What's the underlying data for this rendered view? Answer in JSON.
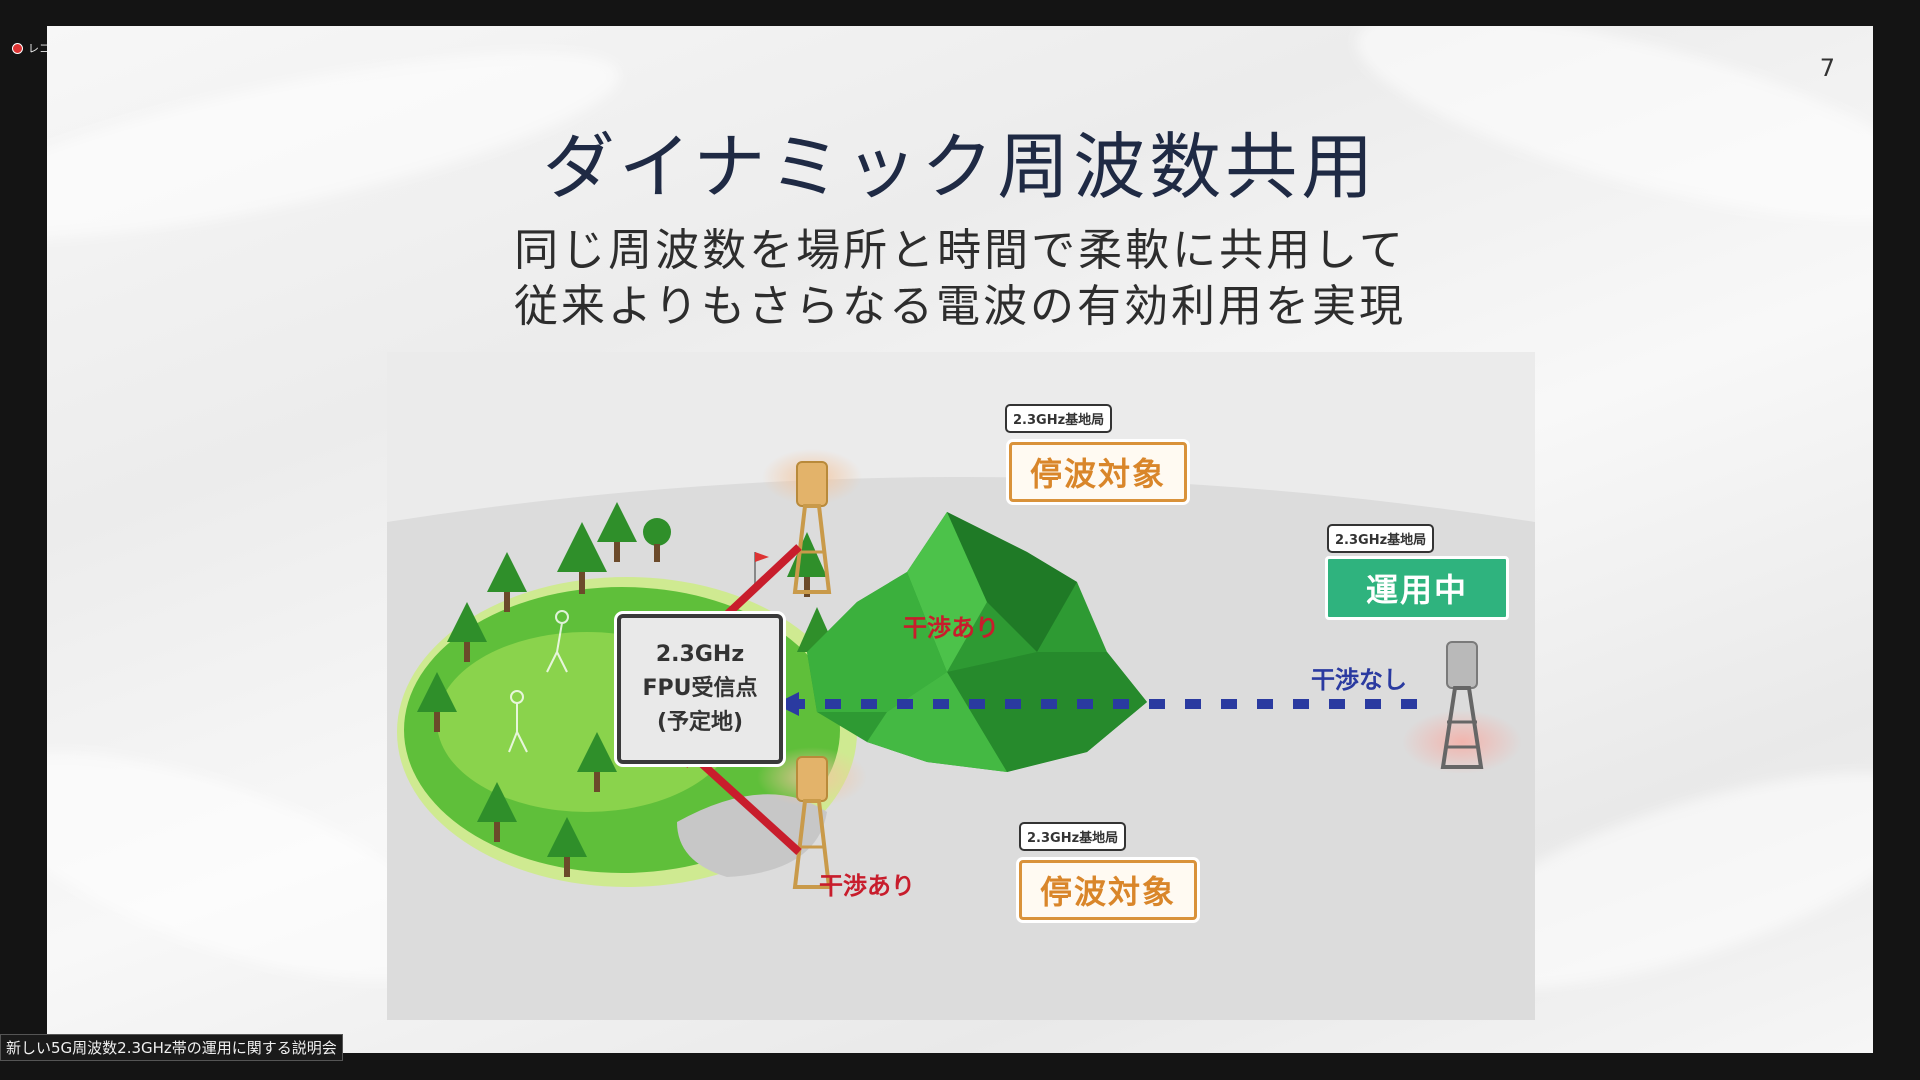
{
  "recording": {
    "label": "レコー"
  },
  "slide": {
    "page_number": "7",
    "title": "ダイナミック周波数共用",
    "subtitle_line1": "同じ周波数を場所と時間で柔軟に共用して",
    "subtitle_line2": "従来よりもさらなる電波の有効利用を実現"
  },
  "diagram": {
    "fpu_box": {
      "line1": "2.3GHz",
      "line2": "FPU受信点",
      "line3": "(予定地)"
    },
    "station_top": {
      "small_tag": "2.3GHz基地局",
      "status": "停波対象"
    },
    "station_bottom": {
      "small_tag": "2.3GHz基地局",
      "status": "停波対象"
    },
    "station_right": {
      "small_tag": "2.3GHz基地局",
      "status": "運用中"
    },
    "interference_top": "干渉あり",
    "interference_bottom": "干渉あり",
    "no_interference": "干渉なし",
    "colors": {
      "interference": "#c81d2c",
      "no_interference": "#2a3aa0",
      "running": "#2fb37e",
      "stopped": "#d9923a"
    }
  },
  "caption": "新しい5G周波数2.3GHz帯の運用に関する説明会"
}
